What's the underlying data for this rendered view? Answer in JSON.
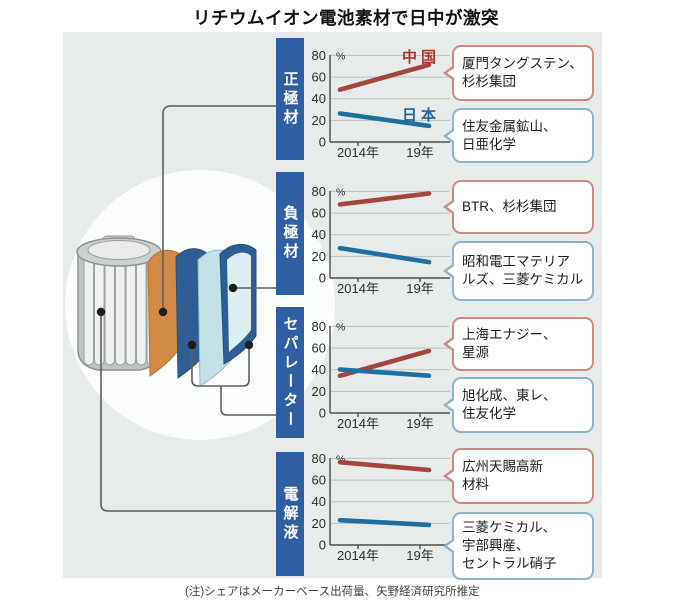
{
  "title": "リチウムイオン電池素材で日中が激突",
  "footnote": "(注)シェアはメーカーベース出荷量、矢野経済研究所推定",
  "series_labels": {
    "china": "中国",
    "japan": "日本"
  },
  "axis": {
    "yticks": [
      "80",
      "60",
      "40",
      "20",
      "0"
    ],
    "unit": "%",
    "x1": "2014年",
    "x2": "19年"
  },
  "sections": [
    {
      "label": "正極材",
      "china_companies": "厦門タングステン、\n杉杉集団",
      "japan_companies": "住友金属鉱山、\n日亜化学"
    },
    {
      "label": "負極材",
      "china_companies": "BTR、杉杉集団",
      "japan_companies": "昭和電工マテリア\nルズ、三菱ケミカル"
    },
    {
      "label": "セパレーター",
      "china_companies": "上海エナジー、\n星源",
      "japan_companies": "旭化成、東レ、\n住友化学"
    },
    {
      "label": "電解液",
      "china_companies": "広州天賜高新\n材料",
      "japan_companies": "三菱ケミカル、\n宇部興産、\nセントラル硝子"
    }
  ],
  "chart_data": {
    "type": "line",
    "x": [
      "2014年",
      "19年"
    ],
    "ylabel": "%",
    "ylim": [
      0,
      80
    ],
    "yticks": [
      0,
      20,
      40,
      60,
      80
    ],
    "grid": true,
    "charts": [
      {
        "panel": "正極材",
        "series": [
          {
            "name": "中国",
            "values": [
              53,
              69
            ]
          },
          {
            "name": "日本",
            "values": [
              24,
              16
            ]
          }
        ]
      },
      {
        "panel": "負極材",
        "series": [
          {
            "name": "中国",
            "values": [
              70,
              77
            ]
          },
          {
            "name": "日本",
            "values": [
              25,
              16
            ]
          }
        ]
      },
      {
        "panel": "セパレーター",
        "series": [
          {
            "name": "中国",
            "values": [
              39,
              55
            ]
          },
          {
            "name": "日本",
            "values": [
              39,
              35
            ]
          }
        ]
      },
      {
        "panel": "電解液",
        "series": [
          {
            "name": "中国",
            "values": [
              75,
              70
            ]
          },
          {
            "name": "日本",
            "values": [
              22,
              19
            ]
          }
        ]
      }
    ]
  },
  "colors": {
    "red_line": "#a6453b",
    "red_text": "#ae352b",
    "red_border": "#cd8a81",
    "blue_line": "#1f6fa3",
    "blue_text": "#1a64a5",
    "blue_border": "#8ab5cd",
    "bar_blue": "#2f5fa3",
    "canvas_bg": "#e7ebe9",
    "grid": "#b9c0be",
    "axis": "#4a4f4e",
    "connector": "#5a5f5e",
    "orange_layer": "#d18a44",
    "blue_layer": "#2e5e94",
    "cyan_layer": "#c3e1e6",
    "pale_cyan": "#dbeef1"
  }
}
